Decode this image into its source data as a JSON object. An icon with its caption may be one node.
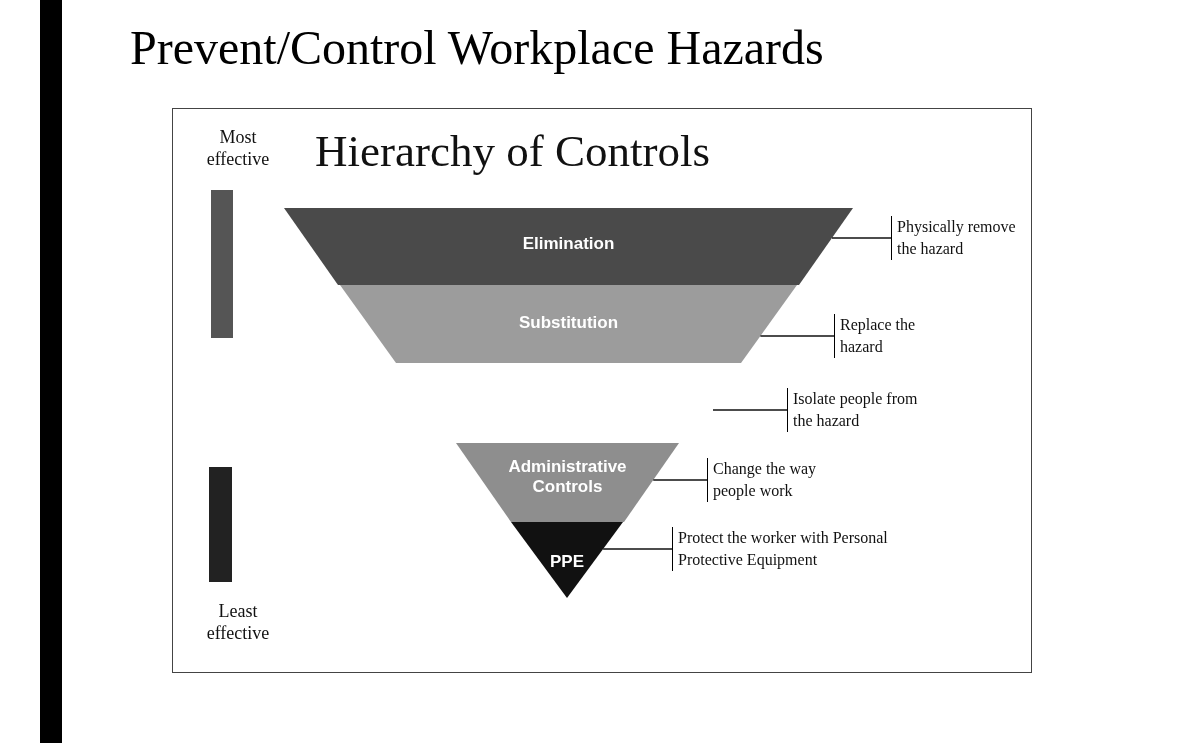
{
  "diagram": {
    "title": "Prevent/Control Workplace Hazards",
    "nodes": [
      {
        "text": [
          "Elimination"
        ]
      },
      {
        "text": [
          "Substitution"
        ]
      },
      {
        "text": [
          "Administrative Controls"
        ]
      },
      {
        "text": [
          "PPE"
        ]
      },
      {
        "text": [
          "Physically remove the hazard"
        ]
      },
      {
        "text": [
          "Replace the hazard"
        ]
      },
      {
        "text": [
          "Isolate people from the hazard"
        ]
      },
      {
        "text": [
          "Change the way people work"
        ]
      },
      {
        "text": [
          "Protect the worker with Personal Protective Equipment"
        ]
      },
      {
        "text": [],
        "shape": "bar"
      },
      {
        "text": [],
        "shape": "bar"
      },
      {
        "text": [],
        "shape": "bar"
      }
    ],
    "edges": [
      {
        "from": 4,
        "to": 0,
        "arrow": "none"
      },
      {
        "from": 5,
        "to": 1,
        "arrow": "none"
      },
      {
        "from": 6,
        "to": null,
        "arrow": "none"
      },
      {
        "from": 7,
        "to": 2,
        "arrow": "none"
      },
      {
        "from": 8,
        "to": 3,
        "arrow": "none"
      }
    ],
    "labels": [
      "Hierarchy of Controls",
      "Most effective",
      "Least effective"
    ]
  }
}
